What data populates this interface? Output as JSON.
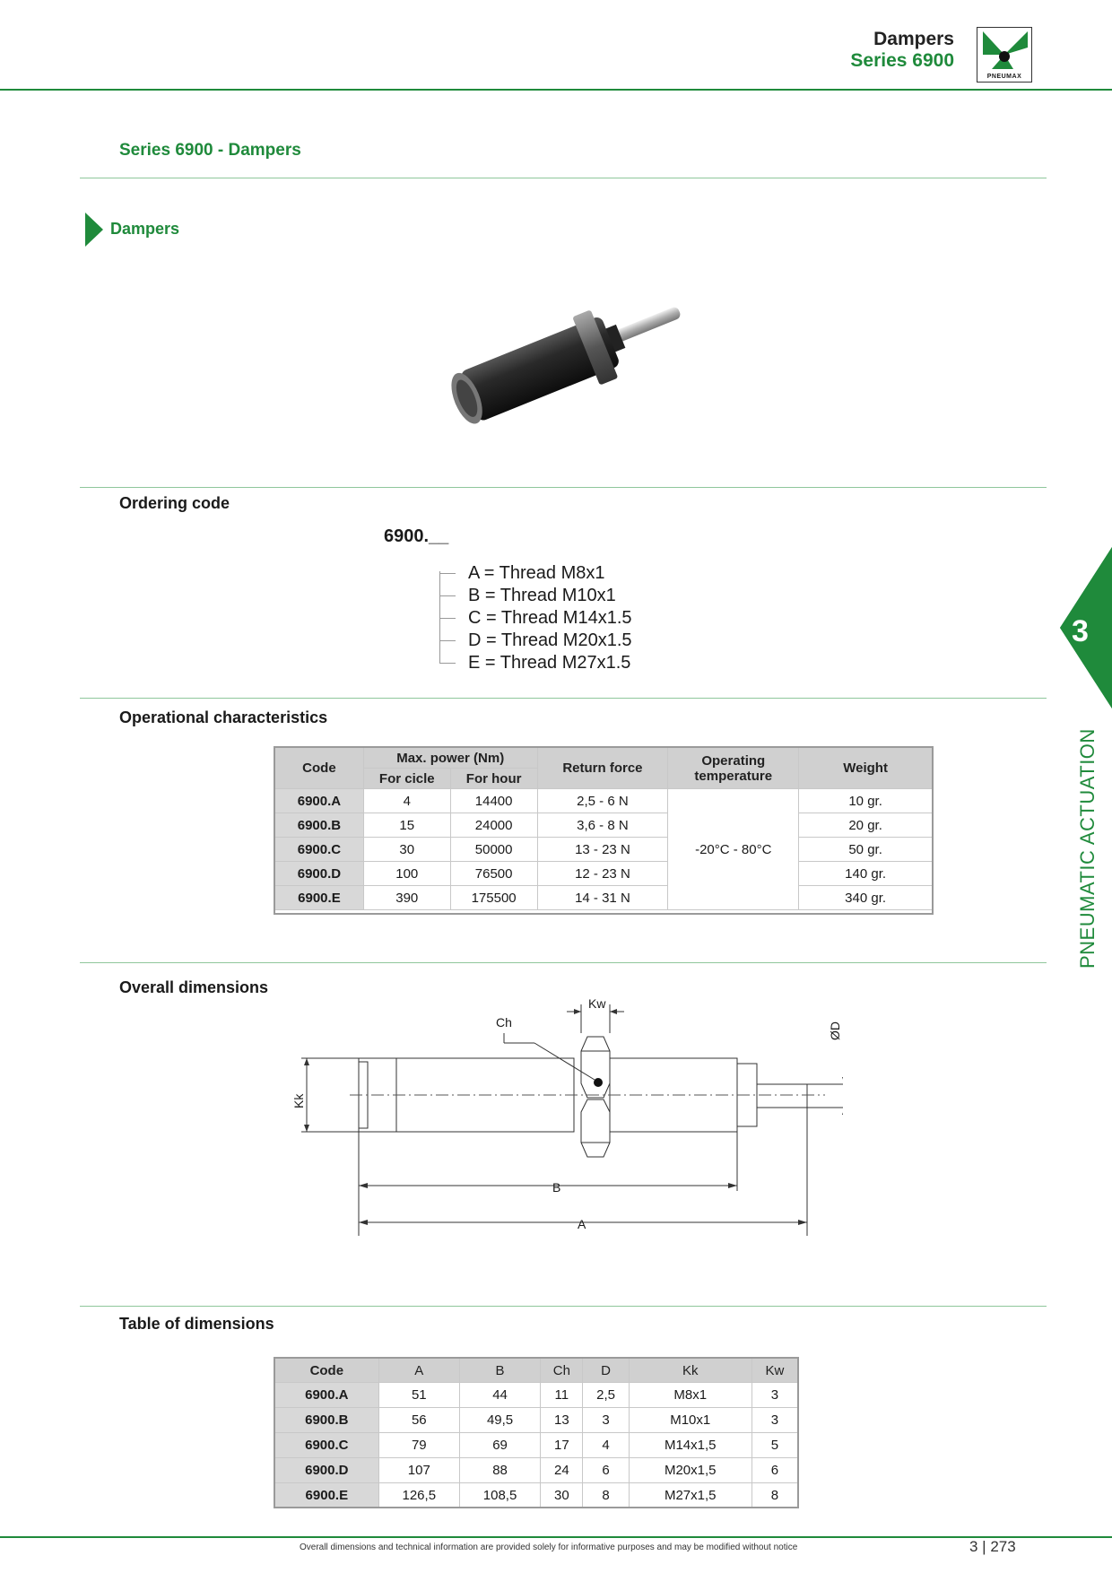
{
  "header": {
    "title": "Dampers",
    "subtitle": "Series 6900",
    "logo_text": "PNEUMAX"
  },
  "page_title": "Series 6900 - Dampers",
  "section_label": "Dampers",
  "ordering": {
    "heading": "Ordering code",
    "code": "6900.__",
    "options": [
      "A = Thread M8x1",
      "B = Thread M10x1",
      "C = Thread M14x1.5",
      "D = Thread M20x1.5",
      "E = Thread M27x1.5"
    ]
  },
  "operational": {
    "heading": "Operational characteristics",
    "headers": {
      "code": "Code",
      "max_power": "Max. power (Nm)",
      "for_cicle": "For cicle",
      "for_hour": "For hour",
      "return_force": "Return force",
      "operating_temp": "Operating temperature",
      "weight": "Weight"
    },
    "temperature": "-20°C - 80°C",
    "rows": [
      {
        "code": "6900.A",
        "cicle": "4",
        "hour": "14400",
        "force": "2,5 - 6 N",
        "weight": "10 gr."
      },
      {
        "code": "6900.B",
        "cicle": "15",
        "hour": "24000",
        "force": "3,6 - 8 N",
        "weight": "20 gr."
      },
      {
        "code": "6900.C",
        "cicle": "30",
        "hour": "50000",
        "force": "13 - 23 N",
        "weight": "50 gr."
      },
      {
        "code": "6900.D",
        "cicle": "100",
        "hour": "76500",
        "force": "12 - 23 N",
        "weight": "140 gr."
      },
      {
        "code": "6900.E",
        "cicle": "390",
        "hour": "175500",
        "force": "14 - 31 N",
        "weight": "340 gr."
      }
    ]
  },
  "dimensions_drawing": {
    "heading": "Overall dimensions",
    "labels": {
      "kw": "Kw",
      "ch": "Ch",
      "d": "ØD",
      "kk": "Kk",
      "b": "B",
      "a": "A"
    }
  },
  "dimensions_table": {
    "heading": "Table of dimensions",
    "headers": [
      "Code",
      "A",
      "B",
      "Ch",
      "D",
      "Kk",
      "Kw"
    ],
    "rows": [
      [
        "6900.A",
        "51",
        "44",
        "11",
        "2,5",
        "M8x1",
        "3"
      ],
      [
        "6900.B",
        "56",
        "49,5",
        "13",
        "3",
        "M10x1",
        "3"
      ],
      [
        "6900.C",
        "79",
        "69",
        "17",
        "4",
        "M14x1,5",
        "5"
      ],
      [
        "6900.D",
        "107",
        "88",
        "24",
        "6",
        "M20x1,5",
        "6"
      ],
      [
        "6900.E",
        "126,5",
        "108,5",
        "30",
        "8",
        "M27x1,5",
        "8"
      ]
    ]
  },
  "side_tab": {
    "number": "3",
    "label": "PNEUMATIC ACTUATION"
  },
  "footer": {
    "note": "Overall dimensions and technical information are provided solely for informative purposes and may be modified without notice",
    "page": "3 | 273"
  }
}
